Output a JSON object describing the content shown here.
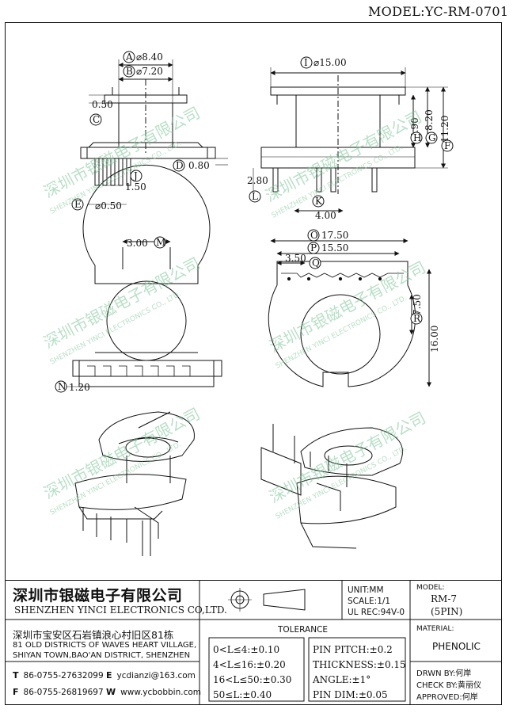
{
  "model_title": "MODEL:YC-RM-0701",
  "dims": {
    "A": "8.40",
    "B": "7.20",
    "C": "0.50",
    "D": "0.80",
    "E": "0.50",
    "J": "1.50",
    "I": "15.00",
    "H": "6.90",
    "G": "8.20",
    "F": "11.20",
    "L": "2.80",
    "K": "4.00",
    "M": "3.00",
    "N": "1.20",
    "O": "17.50",
    "P": "15.50",
    "Q": "3.50",
    "R1": "7.50",
    "R2": "16.00"
  },
  "watermark": {
    "cn": "深圳市银磁电子有限公司",
    "en": "SHENZHEN YINCI ELECTRONICS CO.,LTD."
  },
  "title_block": {
    "company_cn": "深圳市银磁电子有限公司",
    "company_en": "SHENZHEN YINCI ELECTRONICS CO,LTD.",
    "address_cn": "深圳市宝安区石岩镇浪心村旧区81栋",
    "address_en_1": "81 OLD DISTRICTS OF WAVES HEART VILLAGE,",
    "address_en_2": "SHIYAN TOWN,BAO'AN DISTRICT, SHENZHEN",
    "tel_label": "T",
    "tel": "86-0755-27632099",
    "fax_label": "F",
    "fax": "86-0755-26819697",
    "email_label": "E",
    "email": "ycdianzi@163.com",
    "web_label": "W",
    "web": "www.ycbobbin.com",
    "unit": "UNIT:MM",
    "scale": "SCALE:1/1",
    "ul_rec": "UL REC:94V-0",
    "tolerance_title": "TOLERANCE",
    "tol_left": [
      "0<L≤4:±0.10",
      "4<L≤16:±0.20",
      "16<L≤50:±0.30",
      "50≤L:±0.40"
    ],
    "tol_right": [
      "PIN PITCH:±0.2",
      "THICKNESS:±0.15",
      "ANGLE:±1°",
      "PIN DIM:±0.05"
    ],
    "model_label": "MODEL:",
    "model_value": "RM-7",
    "model_pins": "(5PIN)",
    "material_label": "MATERIAL:",
    "material_value": "PHENOLIC",
    "drawn_by": "DRWN BY:何岸",
    "check_by": "CHECK BY:黄丽仪",
    "approved": "APPROVED:何岸"
  }
}
